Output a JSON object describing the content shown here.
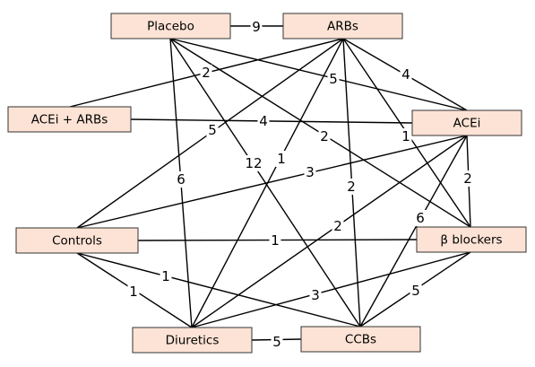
{
  "colors": {
    "node_fill": "#fde3d5",
    "node_border": "#333333",
    "line": "#000000",
    "background": "#ffffff"
  },
  "nodes": [
    {
      "id": "placebo",
      "label": "Placebo"
    },
    {
      "id": "arbs",
      "label": "ARBs"
    },
    {
      "id": "acei_arbs",
      "label": "ACEi + ARBs"
    },
    {
      "id": "acei",
      "label": "ACEi"
    },
    {
      "id": "controls",
      "label": "Controls"
    },
    {
      "id": "beta_blockers",
      "label": "β blockers"
    },
    {
      "id": "diuretics",
      "label": "Diuretics"
    },
    {
      "id": "ccbs",
      "label": "CCBs"
    }
  ],
  "edges": [
    {
      "from": "placebo",
      "to": "arbs",
      "label": "9"
    },
    {
      "from": "placebo",
      "to": "acei",
      "label": "5"
    },
    {
      "from": "placebo",
      "to": "beta_blockers",
      "label": "2"
    },
    {
      "from": "placebo",
      "to": "diuretics",
      "label": "6"
    },
    {
      "from": "placebo",
      "to": "ccbs",
      "label": "12"
    },
    {
      "from": "arbs",
      "to": "acei_arbs",
      "label": "2"
    },
    {
      "from": "arbs",
      "to": "acei",
      "label": "4"
    },
    {
      "from": "arbs",
      "to": "controls",
      "label": "5"
    },
    {
      "from": "arbs",
      "to": "beta_blockers",
      "label": "1"
    },
    {
      "from": "arbs",
      "to": "diuretics",
      "label": "1"
    },
    {
      "from": "arbs",
      "to": "ccbs",
      "label": "2"
    },
    {
      "from": "acei_arbs",
      "to": "acei",
      "label": "4"
    },
    {
      "from": "acei",
      "to": "controls",
      "label": "3"
    },
    {
      "from": "acei",
      "to": "beta_blockers",
      "label": "2"
    },
    {
      "from": "acei",
      "to": "diuretics",
      "label": "2"
    },
    {
      "from": "acei",
      "to": "ccbs",
      "label": "6"
    },
    {
      "from": "controls",
      "to": "beta_blockers",
      "label": "1"
    },
    {
      "from": "controls",
      "to": "diuretics",
      "label": "1"
    },
    {
      "from": "controls",
      "to": "ccbs",
      "label": "1"
    },
    {
      "from": "beta_blockers",
      "to": "diuretics",
      "label": "3"
    },
    {
      "from": "beta_blockers",
      "to": "ccbs",
      "label": "5"
    },
    {
      "from": "diuretics",
      "to": "ccbs",
      "label": "5"
    }
  ]
}
